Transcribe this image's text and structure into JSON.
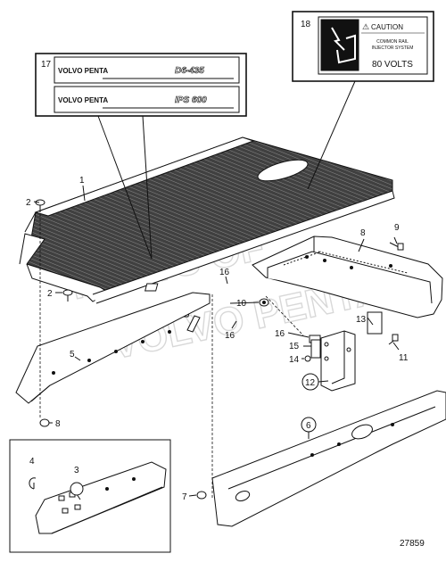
{
  "diagram": {
    "callouts": {
      "c1": "1",
      "c2a": "2",
      "c2b": "2",
      "c3": "3",
      "c4": "4",
      "c5": "5",
      "c6": "6",
      "c7": "7",
      "c8a": "8",
      "c8b": "8",
      "c9": "9",
      "c10": "10",
      "c11": "11",
      "c12": "12",
      "c13": "13",
      "c14": "14",
      "c15": "15",
      "c16a": "16",
      "c16b": "16",
      "c16c": "16",
      "c17": "17",
      "c18": "18"
    },
    "decal_17": {
      "brand_top": "VOLVO PENTA",
      "model_top": "D6-435",
      "brand_bottom": "VOLVO PENTA",
      "model_bottom": "IPS 600"
    },
    "decal_18": {
      "warning_symbol": "⚠",
      "title": "CAUTION",
      "line1": "COMMON RAIL",
      "line2": "INJECTOR SYSTEM",
      "voltage": "80 VOLTS"
    },
    "watermark": "PARTS OF VOLVO PENTA",
    "drawing_number": "27859"
  },
  "colors": {
    "line": "#111111",
    "panel_dark": "#3c3c3c",
    "watermark": "#b9b9b9"
  }
}
